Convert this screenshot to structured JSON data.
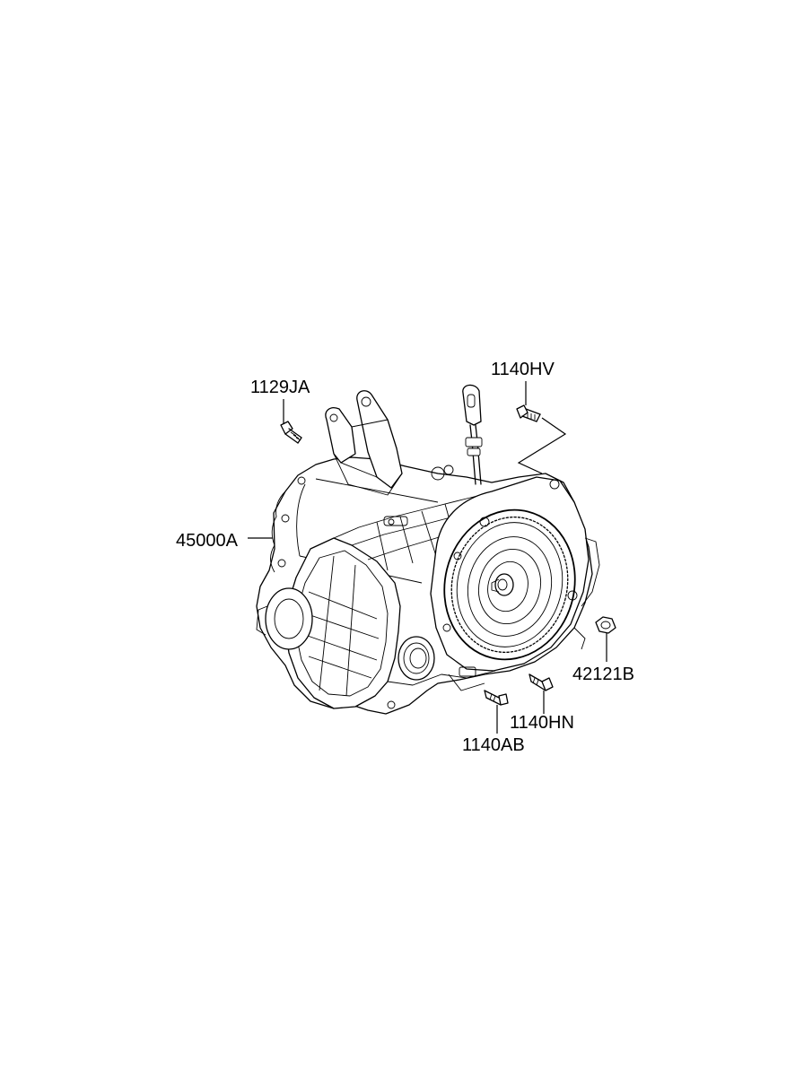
{
  "callouts": {
    "bolt_top_left": "1129JA",
    "bolt_top_right": "1140HV",
    "transaxle": "45000A",
    "nut_right": "42121B",
    "bolt_bottom_right": "1140HN",
    "bolt_bottom": "1140AB"
  }
}
